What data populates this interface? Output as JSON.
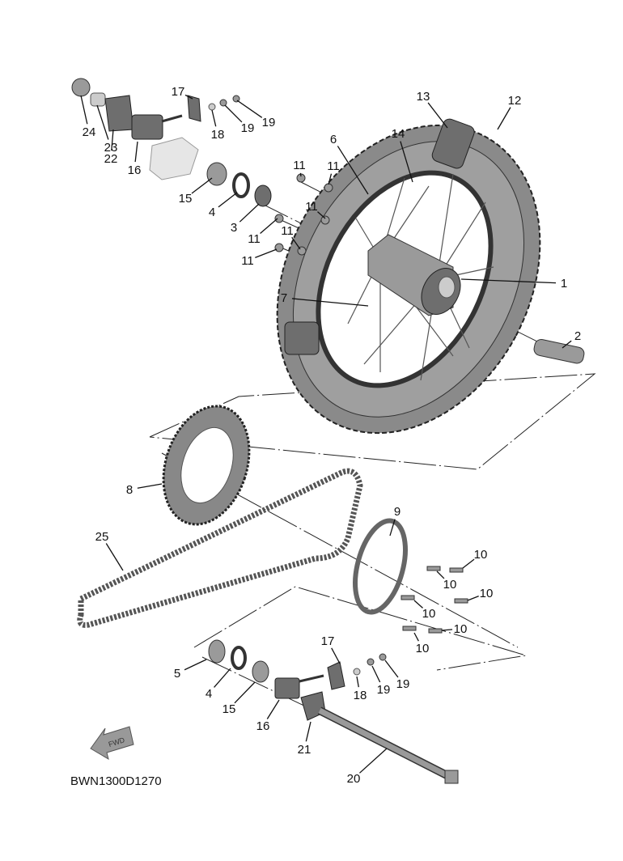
{
  "diagram_code": "BWN1300D1270",
  "fwd_label": "FWD",
  "callouts": [
    "24",
    "23",
    "22",
    "16",
    "17",
    "18",
    "19",
    "19",
    "15",
    "4",
    "3",
    "11",
    "11",
    "11",
    "11",
    "11",
    "11",
    "6",
    "14",
    "13",
    "12",
    "1",
    "7",
    "2",
    "8",
    "9",
    "10",
    "10",
    "10",
    "10",
    "10",
    "10",
    "25",
    "5",
    "4",
    "15",
    "16",
    "17",
    "18",
    "19",
    "19",
    "21",
    "20"
  ],
  "colors": {
    "part": "#9a9a9a",
    "line": "#111111"
  }
}
